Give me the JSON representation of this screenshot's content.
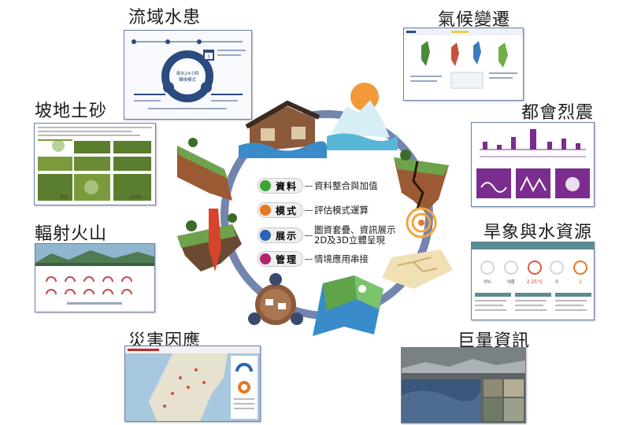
{
  "titles": {
    "watershed": "流域水患",
    "climate": "氣候變遷",
    "slope": "坡地土砂",
    "quake": "都會烈震",
    "volcano": "輻射火山",
    "drought": "旱象與水資源",
    "disaster": "災害因應",
    "bigdata": "巨量資訊"
  },
  "center": [
    {
      "label": "資料",
      "desc": "資料整合與加值",
      "color": "#3aa635"
    },
    {
      "label": "模式",
      "desc": "評估模式運算",
      "color": "#e87722"
    },
    {
      "label": "展示",
      "desc": "圖資套疊、資訊展示",
      "desc2": "2D及3D立體呈現",
      "color": "#2d62b8"
    },
    {
      "label": "管理",
      "desc": "情境應用串接",
      "color": "#b3246a"
    }
  ],
  "cards": {
    "watershed": {
      "center_text": "淹水24小時",
      "sub_text": "轉換模式",
      "badge": "3"
    },
    "drought": {
      "values": [
        "0%",
        "0座",
        "2.25°C",
        "0",
        "2"
      ]
    },
    "slope": {
      "values": [
        "0/15",
        "0/162"
      ]
    }
  },
  "colors": {
    "ring": "#5b6fa0",
    "card_border": "#6a7fa6",
    "purple": "#7b2c8f",
    "slope_green": "#5a7d2e",
    "drought_teal": "#5a8c93"
  }
}
